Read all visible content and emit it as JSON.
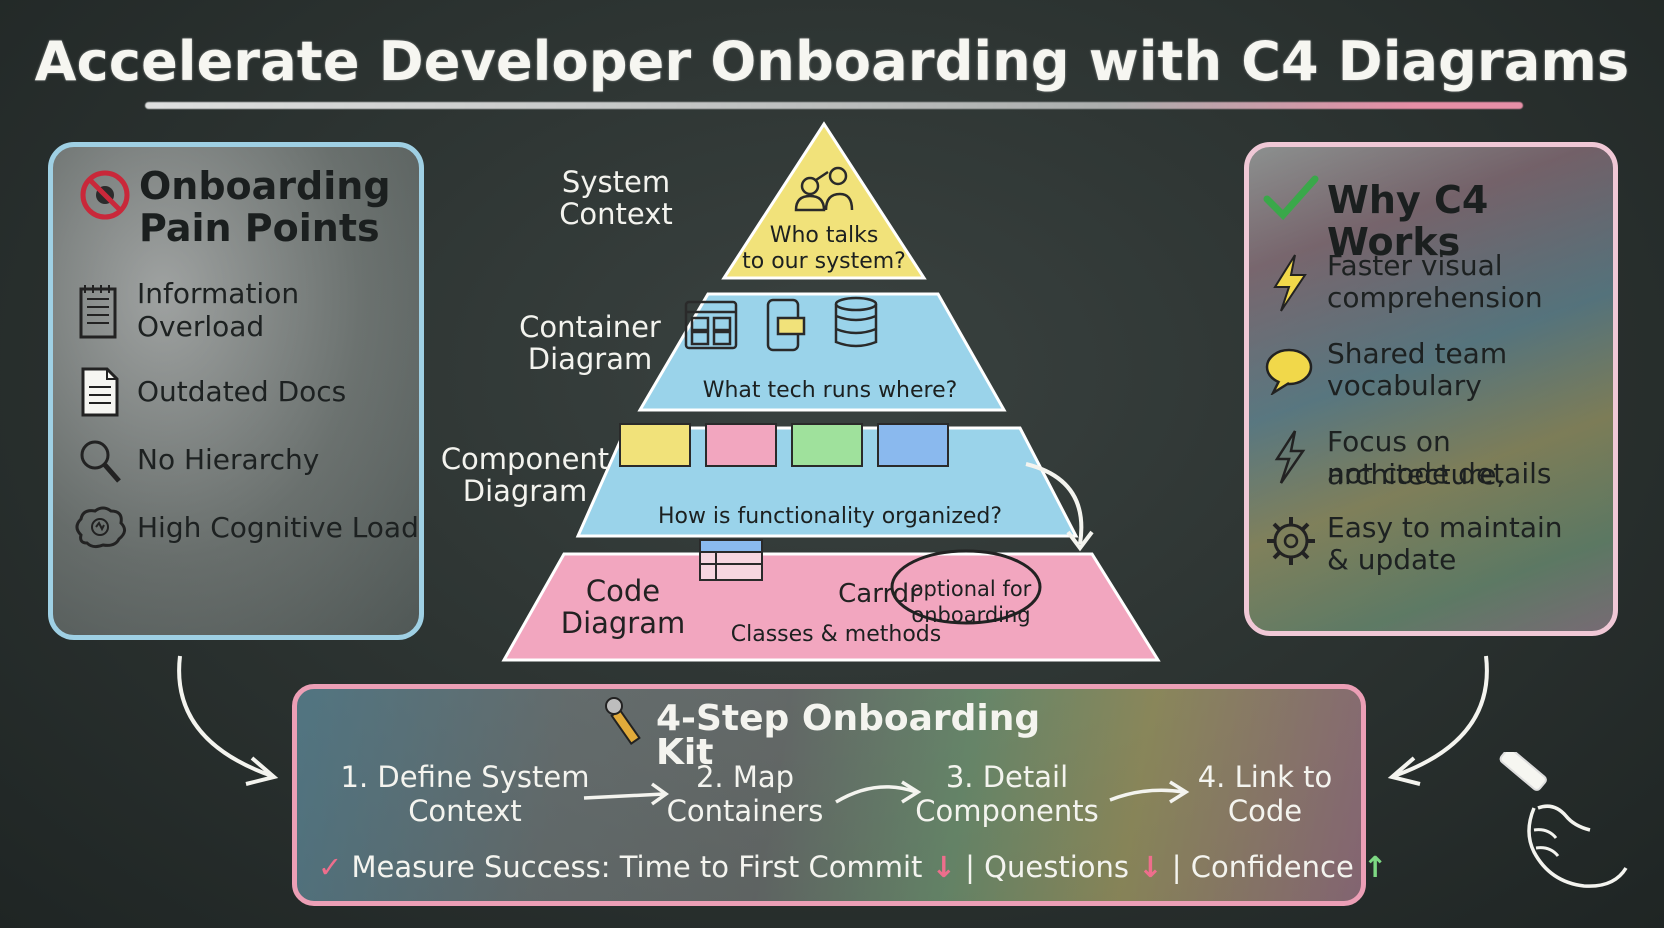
{
  "title": "Accelerate Developer Onboarding with C4 Diagrams",
  "pain_points": {
    "title_line1": "Onboarding",
    "title_line2": "Pain Points",
    "items": [
      {
        "line1": "Information",
        "line2": "Overload",
        "icon": "notepad-icon"
      },
      {
        "line1": "Outdated Docs",
        "line2": "",
        "icon": "document-icon"
      },
      {
        "line1": "No Hierarchy",
        "line2": "",
        "icon": "magnifier-icon"
      },
      {
        "line1": "High Cognitive Load",
        "line2": "",
        "icon": "overloaded-brain-icon"
      }
    ]
  },
  "pyramid": {
    "system_context": {
      "label_line1": "System",
      "label_line2": "Context",
      "question_line1": "Who talks",
      "question_line2": "to our system?"
    },
    "container": {
      "label_line1": "Container",
      "label_line2": "Diagram",
      "question": "What tech runs where?"
    },
    "component": {
      "label_line1": "Component",
      "label_line2": "Diagram",
      "question": "How is functionality organized?"
    },
    "code": {
      "label_line1": "Code",
      "label_line2": "Diagram",
      "caption": "Carrdr",
      "subcaption": "Classes & methods",
      "note_line1": "optional for",
      "note_line2": "onboarding"
    }
  },
  "why_c4": {
    "title": "Why C4 Works",
    "items": [
      {
        "line1": "Faster visual",
        "line2": "comprehension",
        "icon": "lightning-icon"
      },
      {
        "line1": "Shared team",
        "line2": "vocabulary",
        "icon": "speech-bubble-icon"
      },
      {
        "line1": "Focus on architecture,",
        "line2": "not code details",
        "icon": "bolt-outline-icon"
      },
      {
        "line1": "Easy to maintain",
        "line2": "& update",
        "icon": "gear-icon"
      }
    ]
  },
  "kit": {
    "title": "4-Step Onboarding Kit",
    "steps": [
      {
        "line1": "1. Define System",
        "line2": "Context"
      },
      {
        "line1": "2. Map",
        "line2": "Containers"
      },
      {
        "line1": "3. Detail",
        "line2": "Components"
      },
      {
        "line1": "4. Link to",
        "line2": "Code"
      }
    ],
    "measure_label": "Measure Success: Time to First Commit",
    "sep": "|",
    "metric_questions": "Questions",
    "metric_confidence": "Confidence",
    "down_arrow": "↓",
    "up_arrow": "↑",
    "check": "✓"
  },
  "colors": {
    "yellow": "#f1e27a",
    "blue": "#9ad3ea",
    "pink": "#f2a6bf",
    "green": "#9fe19c",
    "chalk_white": "#f4f4ef"
  }
}
